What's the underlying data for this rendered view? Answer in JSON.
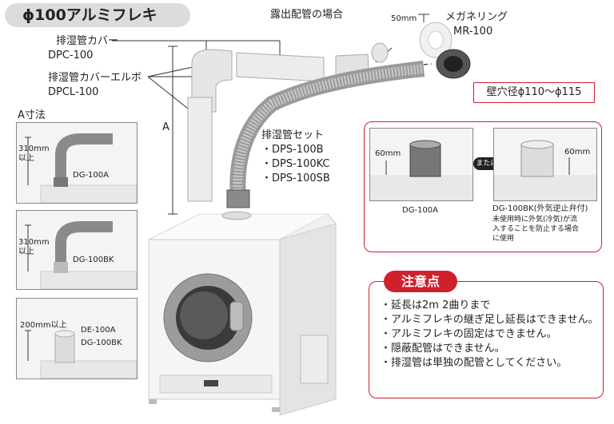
{
  "title": "ϕ100アルミフレキ",
  "exposed_piping": "露出配管の場合",
  "pipe_cover": {
    "name": "排湿管カバー",
    "model": "DPC-100"
  },
  "pipe_cover_elbow": {
    "name": "排湿管カバーエルボ",
    "model": "DPCL-100"
  },
  "megane_ring": {
    "dim": "50mm",
    "name": "メガネリング",
    "model": "MR-100"
  },
  "wall_hole": "壁穴径ϕ110～ϕ115",
  "dim_a": "A",
  "dim_a_title": "A寸法",
  "vent_set": {
    "name": "排湿管セット",
    "models": [
      "・DPS-100B",
      "・DPS-100KC",
      "・DPS-100SB"
    ]
  },
  "thumbs": [
    {
      "dim": "310mm",
      "dim2": "以上",
      "model": "DG-100A"
    },
    {
      "dim": "310mm",
      "dim2": "以上",
      "model": "DG-100BK"
    },
    {
      "dim": "200mm以上",
      "model": "DE-100A",
      "model2": "DG-100BK"
    }
  ],
  "compare": {
    "left_dim": "60mm",
    "left_model": "DG-100A",
    "or": "または",
    "right_dim": "60mm",
    "right_model": "DG-100BK(外気逆止弁付)",
    "right_note": [
      "未使用時に外気(冷気)が流",
      "入することを防止する場合",
      "に使用"
    ]
  },
  "caution": {
    "title": "注意点",
    "items": [
      "・延長は2m 2曲りまで",
      "・アルミフレキの継ぎ足し延長はできません。",
      "・アルミフレキの固定はできません。",
      "・隠蔽配管はできません。",
      "・排湿管は単独の配管としてください。"
    ]
  }
}
